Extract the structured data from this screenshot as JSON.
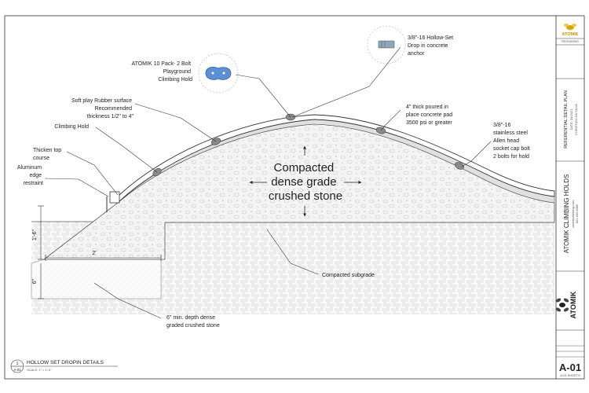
{
  "sheet": {
    "drawing_title": "HOLLOW SET DROPIN DETAILS",
    "drawing_number": "1",
    "sheet_ref": "A-01",
    "scale": "SCALE: 1\" = 1'-0\"",
    "sheet_id": "A-01",
    "sheet_count": "A-01 SHEETS"
  },
  "callouts": {
    "hold_pack": [
      "ATOMIK 10 Pack- 2 Bolt",
      "Playground",
      "Climbing Hold"
    ],
    "anchor": [
      "3/8\"-16 Hollow-Set",
      "Drop in concrete",
      "anchor"
    ],
    "rubber": [
      "Soft play Rubber surface",
      "Recommended",
      "thickness 1/2\" to 4\""
    ],
    "climbing_hold": [
      "Climbing Hold"
    ],
    "thicken": [
      "Thicken top",
      "course"
    ],
    "edge": [
      "Aluminum",
      "edge",
      "restraint"
    ],
    "concrete_pad": [
      "4\" thick poured in",
      "place concrete pad",
      "3500 psi or greater"
    ],
    "bolt": [
      "3/8\"-16",
      "stainless steel",
      "Allen head",
      "socket cap bolt",
      "2 bolts for hold"
    ],
    "stone_center": [
      "Compacted",
      "dense grade",
      "crushed stone"
    ],
    "subgrade": [
      "Compacted subgrade"
    ],
    "min_depth": [
      "6\" min. depth dense",
      "graded crushed stone"
    ]
  },
  "dimensions": {
    "height": "1'-6\"",
    "depth": "6\"",
    "width": "2'"
  },
  "title_block": {
    "logo_text": "ATOMIK",
    "revisions_label": "REVISIONS",
    "plan_title": "REFERENTIAL DETAIL PLAN",
    "plan_sub": [
      "DATE: 09/2021",
      "CHRISTIAN DA SILVA"
    ],
    "project_title": "ATOMIK CLIMBING HOLDS",
    "project_sub": [
      "atomikclimbing.com",
      "801.405.8389"
    ],
    "company_logo_text": "ATOMIK"
  },
  "colors": {
    "line": "#333333",
    "hold_blue": "#5b8fd6",
    "hold_gray": "#8a8a8a",
    "stone_fill": "#f2f2f2"
  }
}
